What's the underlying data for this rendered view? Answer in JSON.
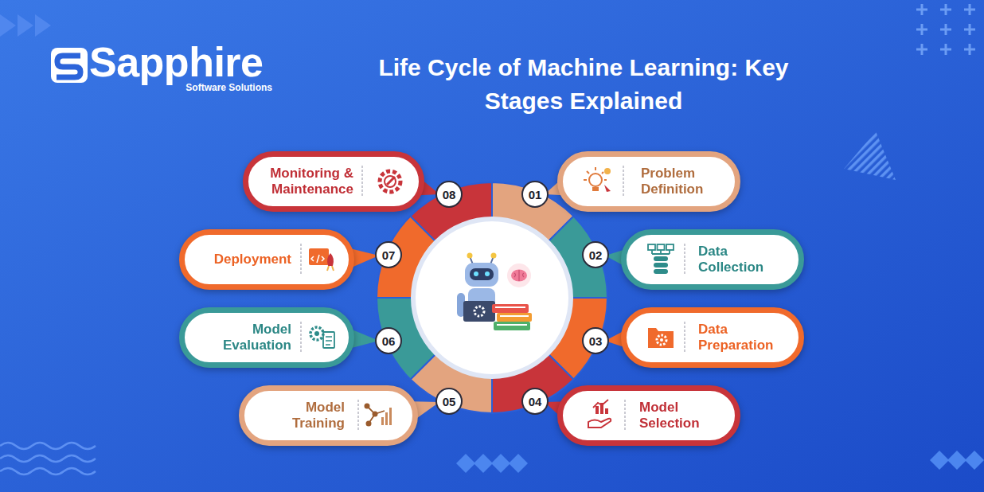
{
  "diagram": {
    "title": "Life Cycle of Machine Learning: Key Stages Explained",
    "nodes": [
      {
        "text": [
          "01"
        ]
      },
      {
        "text": [
          "Problem Definition"
        ]
      },
      {
        "text": [
          "02"
        ]
      },
      {
        "text": [
          "Data Collection"
        ]
      },
      {
        "text": [
          "03"
        ]
      },
      {
        "text": [
          "Data Preparation"
        ]
      },
      {
        "text": [
          "04"
        ]
      },
      {
        "text": [
          "Model Selection"
        ]
      },
      {
        "text": [
          "05"
        ]
      },
      {
        "text": [
          "Model Training"
        ]
      },
      {
        "text": [
          "06"
        ]
      },
      {
        "text": [
          "Model Evaluation"
        ]
      },
      {
        "text": [
          "07"
        ]
      },
      {
        "text": [
          "Deployment"
        ]
      },
      {
        "text": [
          "08"
        ]
      },
      {
        "text": [
          "Monitoring & Maintenance"
        ]
      }
    ],
    "labels": [
      "Sapphire",
      "Software Solutions"
    ]
  }
}
